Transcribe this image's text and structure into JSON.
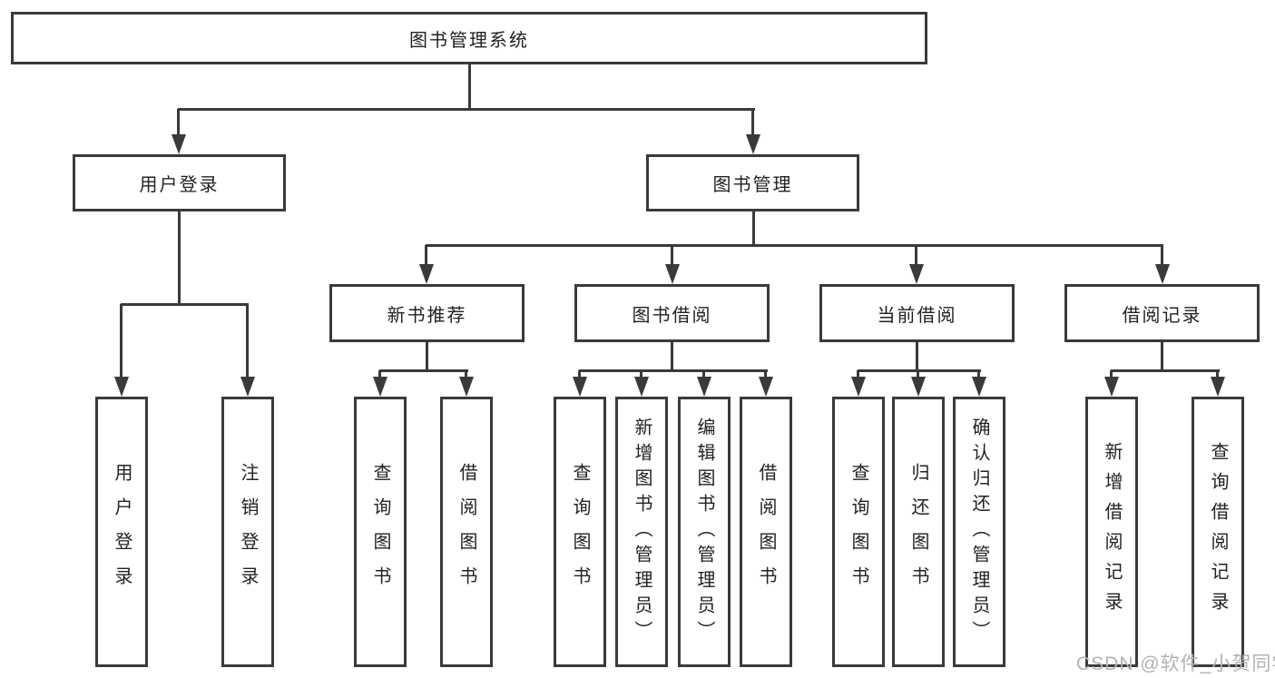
{
  "nodes": {
    "root": "图书管理系统",
    "level2": [
      "用户登录",
      "图书管理"
    ],
    "level3": [
      "新书推荐",
      "图书借阅",
      "当前借阅",
      "借阅记录"
    ],
    "leaves_user_login": [
      "用户登录",
      "注销登录"
    ],
    "leaves_new_book": [
      "查询图书",
      "借阅图书"
    ],
    "leaves_book_borrow": [
      "查询图书",
      "新增图书（管理员）",
      "编辑图书（管理员）",
      "借阅图书"
    ],
    "leaves_current_borrow": [
      "查询图书",
      "归还图书",
      "确认归还（管理员）"
    ],
    "leaves_borrow_record": [
      "新增借阅记录",
      "查询借阅记录"
    ]
  },
  "watermark": "CSDN @软件_小贺同学",
  "colors": {
    "line": "#3a3a3a",
    "text": "#222222",
    "watermark": "#b2b2b2",
    "background": "#ffffff"
  }
}
